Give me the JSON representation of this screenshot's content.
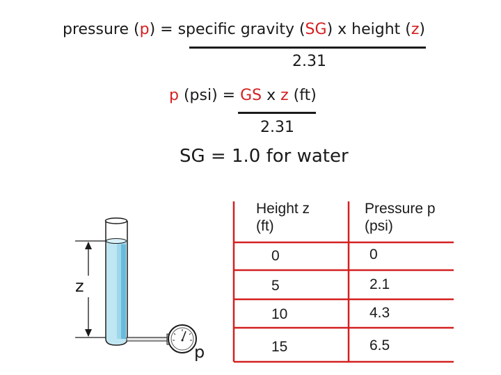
{
  "formula1": {
    "pre": "pressure (",
    "p": "p",
    "mid1": ") = specific gravity (",
    "sg": "SG",
    "mid2": ") x height (",
    "z": "z",
    "post": ")",
    "denominator": "2.31"
  },
  "formula2": {
    "p": "p",
    "mid1": " (psi) = ",
    "gs": "GS",
    "mid2": " x ",
    "z": "z",
    "post": " (ft)",
    "denominator": "2.31"
  },
  "note": "SG = 1.0 for water",
  "table": {
    "headers": [
      {
        "line1": "Height z",
        "line2": "(ft)"
      },
      {
        "line1": "Pressure p",
        "line2": "(psi)"
      }
    ],
    "rows": [
      {
        "height": "0",
        "pressure": "0"
      },
      {
        "height": "5",
        "pressure": "2.1"
      },
      {
        "height": "10",
        "pressure": "4.3"
      },
      {
        "height": "15",
        "pressure": "6.5"
      }
    ]
  },
  "diagram": {
    "height_label": "z",
    "gauge_label": "p"
  },
  "colors": {
    "accent_red": "#d42020",
    "water": "#bfe6f3",
    "water_dark": "#3aa6d0"
  }
}
